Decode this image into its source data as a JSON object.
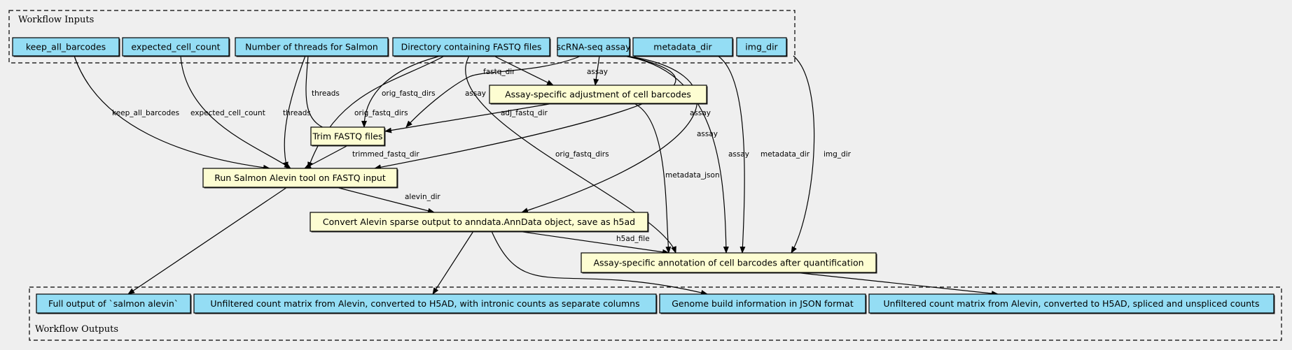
{
  "inputs_cluster": {
    "title": "Workflow Inputs"
  },
  "outputs_cluster": {
    "title": "Workflow Outputs"
  },
  "colors": {
    "io_node": "#94ddf4",
    "step_node": "#fdfdd2",
    "background": "#efefef"
  },
  "inputs": [
    {
      "id": "keep_all_barcodes",
      "label": "keep_all_barcodes"
    },
    {
      "id": "expected_cell_count",
      "label": "expected_cell_count"
    },
    {
      "id": "threads",
      "label": "Number of threads for Salmon"
    },
    {
      "id": "fastq_dir",
      "label": "Directory containing FASTQ files"
    },
    {
      "id": "assay",
      "label": "scRNA-seq assay"
    },
    {
      "id": "metadata_dir",
      "label": "metadata_dir"
    },
    {
      "id": "img_dir",
      "label": "img_dir"
    }
  ],
  "steps": [
    {
      "id": "adjust",
      "label": "Assay-specific adjustment of cell barcodes"
    },
    {
      "id": "trim",
      "label": "Trim FASTQ files"
    },
    {
      "id": "salmon",
      "label": "Run Salmon Alevin tool on FASTQ input"
    },
    {
      "id": "convert",
      "label": "Convert Alevin sparse output to anndata.AnnData object, save as h5ad"
    },
    {
      "id": "annotate",
      "label": "Assay-specific annotation of cell barcodes after quantification"
    }
  ],
  "outputs": [
    {
      "id": "out1",
      "label": "Full output of `salmon alevin`"
    },
    {
      "id": "out2",
      "label": "Unfiltered count matrix from Alevin, converted to H5AD, with intronic counts as separate columns"
    },
    {
      "id": "out3",
      "label": "Genome build information in JSON format"
    },
    {
      "id": "out4",
      "label": "Unfiltered count matrix from Alevin, converted to H5AD, spliced and unspliced counts"
    }
  ],
  "edges": [
    {
      "from": "keep_all_barcodes",
      "to": "salmon",
      "label": "keep_all_barcodes"
    },
    {
      "from": "expected_cell_count",
      "to": "salmon",
      "label": "expected_cell_count"
    },
    {
      "from": "threads",
      "to": "salmon",
      "label": "threads"
    },
    {
      "from": "threads",
      "to": "trim",
      "label": "threads"
    },
    {
      "from": "fastq_dir",
      "to": "salmon",
      "label": "orig_fastq_dirs"
    },
    {
      "from": "fastq_dir",
      "to": "trim",
      "label": "orig_fastq_dirs"
    },
    {
      "from": "fastq_dir",
      "to": "adjust",
      "label": "fastq_dir"
    },
    {
      "from": "fastq_dir",
      "to": "annotate",
      "label": "orig_fastq_dirs"
    },
    {
      "from": "assay",
      "to": "trim",
      "label": "assay"
    },
    {
      "from": "assay",
      "to": "adjust",
      "label": "assay"
    },
    {
      "from": "assay",
      "to": "salmon",
      "label": "assay"
    },
    {
      "from": "assay",
      "to": "convert",
      "label": "assay"
    },
    {
      "from": "assay",
      "to": "annotate",
      "label": "assay"
    },
    {
      "from": "adjust",
      "to": "trim",
      "label": "adj_fastq_dir"
    },
    {
      "from": "adjust",
      "to": "annotate",
      "label": "metadata_json"
    },
    {
      "from": "metadata_dir",
      "to": "annotate",
      "label": "metadata_dir"
    },
    {
      "from": "img_dir",
      "to": "annotate",
      "label": "img_dir"
    },
    {
      "from": "trim",
      "to": "salmon",
      "label": "trimmed_fastq_dir"
    },
    {
      "from": "salmon",
      "to": "convert",
      "label": "alevin_dir"
    },
    {
      "from": "salmon",
      "to": "out1",
      "label": ""
    },
    {
      "from": "convert",
      "to": "out2",
      "label": ""
    },
    {
      "from": "convert",
      "to": "out3",
      "label": ""
    },
    {
      "from": "convert",
      "to": "annotate",
      "label": "h5ad_file"
    },
    {
      "from": "annotate",
      "to": "out4",
      "label": ""
    }
  ]
}
